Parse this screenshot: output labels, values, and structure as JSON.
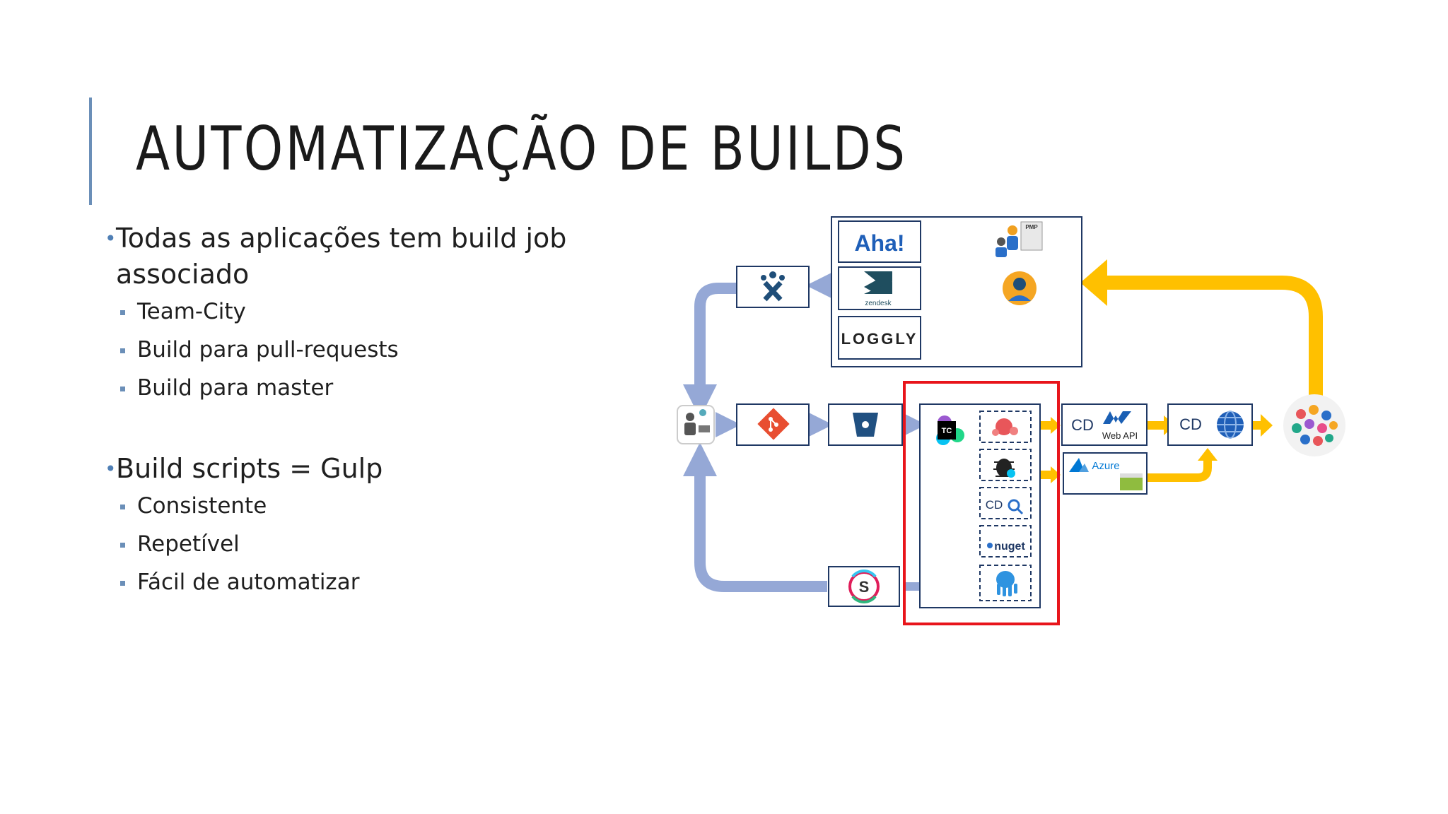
{
  "slide": {
    "title": "AUTOMATIZAÇÃO DE BUILDS",
    "bullets": [
      {
        "text": "Todas as aplicações tem build job",
        "cont": "associado",
        "sub": [
          "Team-City",
          "Build para pull-requests",
          "Build para master"
        ]
      },
      {
        "text": "Build scripts = Gulp",
        "sub": [
          "Consistente",
          "Repetível",
          "Fácil de automatizar"
        ]
      }
    ]
  },
  "diagram": {
    "labels": {
      "aha": "Aha!",
      "pmp": "PMP",
      "zendesk": "zendesk",
      "loggly": "LOGGLY",
      "tc": "TC",
      "cd1": "CD",
      "webapi": "Web API",
      "cd2": "CD",
      "azure": "Azure",
      "cd_search": "CD",
      "nuget": "nuget",
      "slack": "S"
    },
    "colors": {
      "flow_blue": "#95a8d6",
      "feedback_yellow": "#ffc000",
      "box_border": "#1f3864",
      "highlight_red": "#e8151b"
    },
    "icons": [
      "developer-icon",
      "jira-icon",
      "git-icon",
      "bitbucket-icon",
      "teamcity-icon",
      "gulp-icon",
      "bug-icon",
      "cd-search-icon",
      "nuget-icon",
      "octopus-icon",
      "slack-icon",
      "aha-icon",
      "zendesk-icon",
      "loggly-icon",
      "pmp-presenter-icon",
      "support-agent-icon",
      "webapi-icon",
      "azure-icon",
      "globe-icon",
      "users-cloud-icon"
    ]
  }
}
